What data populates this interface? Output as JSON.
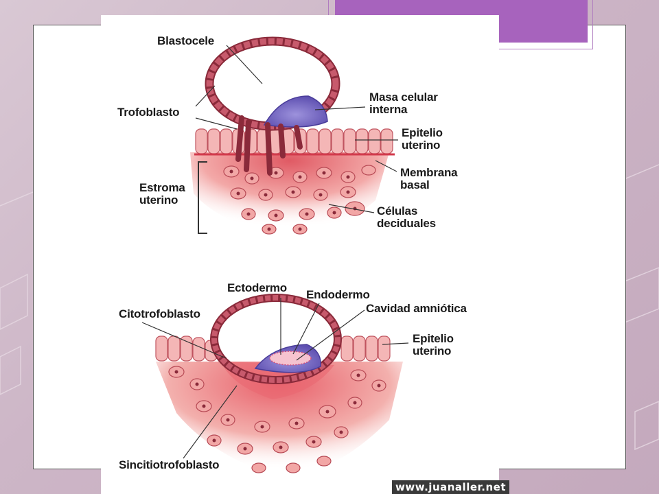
{
  "upper_figure": {
    "labels": {
      "blastocele": "Blastocele",
      "trofoblasto": "Trofoblasto",
      "masa_line1": "Masa celular",
      "masa_line2": "interna",
      "epitelio_line1": "Epitelio",
      "epitelio_line2": "uterino",
      "membrana_line1": "Membrana",
      "membrana_line2": "basal",
      "estroma_line1": "Estroma",
      "estroma_line2": "uterino",
      "celulas_line1": "Células",
      "celulas_line2": "deciduales"
    }
  },
  "lower_figure": {
    "labels": {
      "ectodermo": "Ectodermo",
      "endodermo": "Endodermo",
      "citotrofoblasto": "Citotrofoblasto",
      "cavidad": "Cavidad amniótica",
      "epitelio_line1": "Epitelio",
      "epitelio_line2": "uterino",
      "sincitio": "Sincitiotrofoblasto"
    }
  },
  "watermark": "www.juanaller.net",
  "colors": {
    "accent": "#a763bd",
    "tissue": "#e8747a",
    "trophoblast": "#8a2a3a",
    "icm": "#7b6cc4"
  }
}
